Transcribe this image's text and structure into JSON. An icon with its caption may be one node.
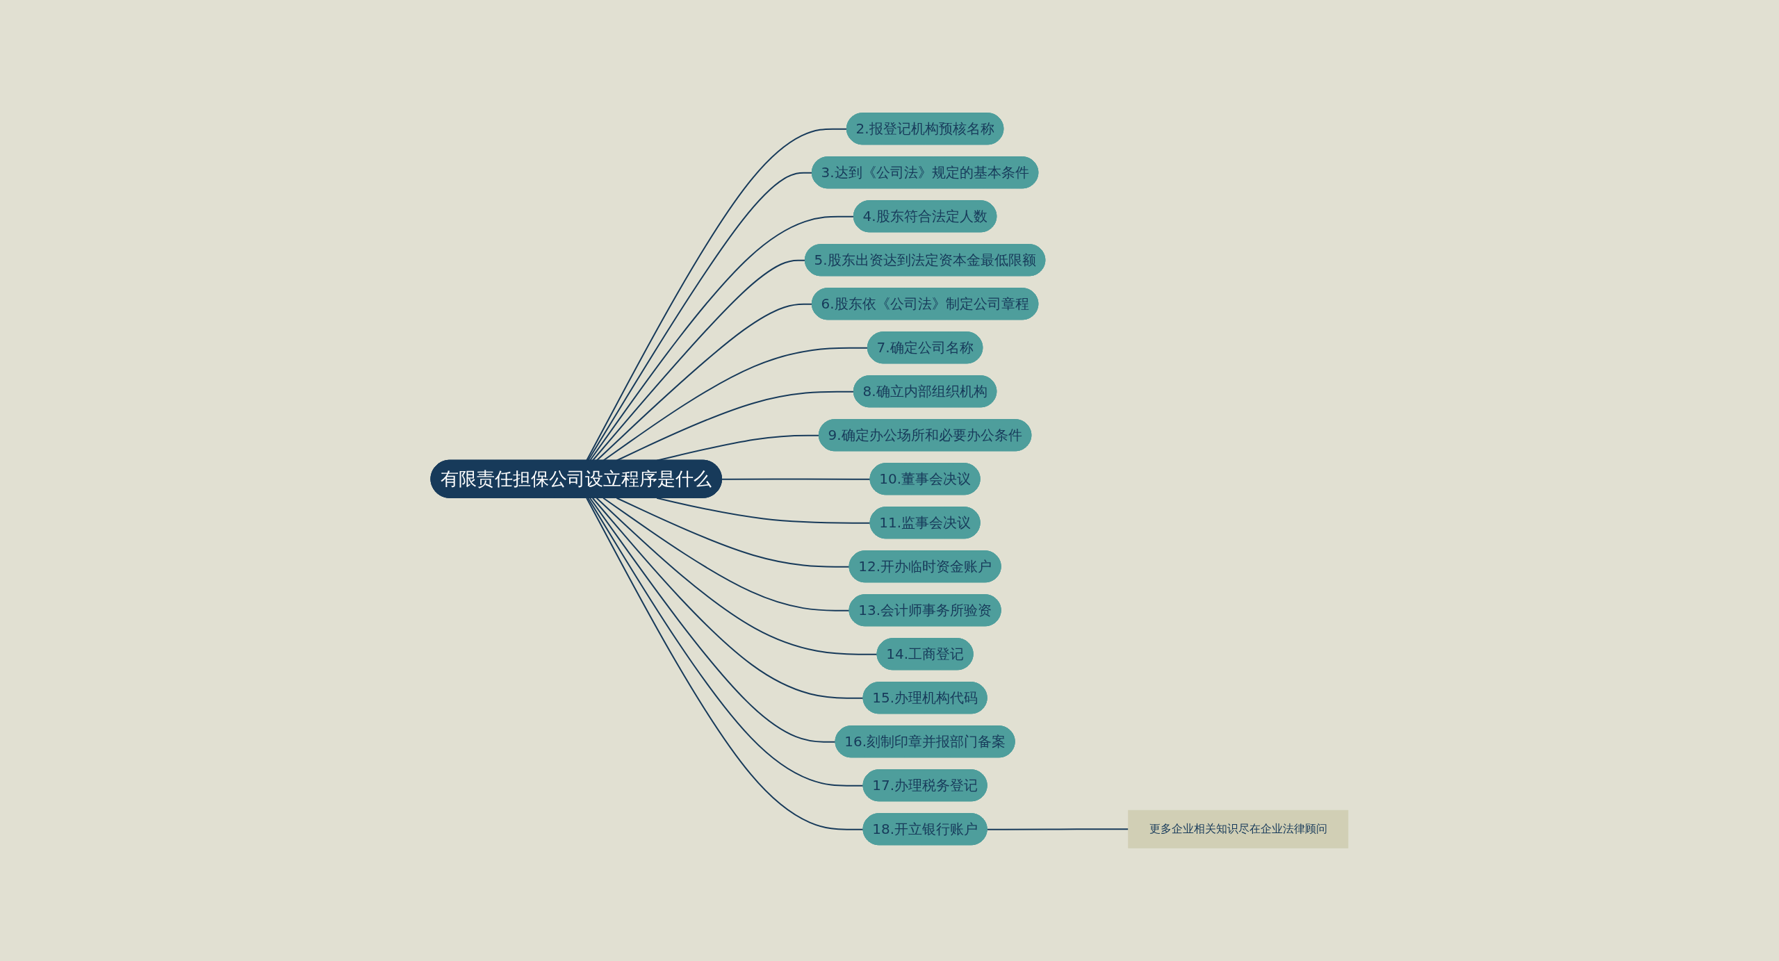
{
  "diagram": {
    "nodes": [
      {
        "text": [
          "有限责任担保公司设立程序是什么"
        ]
      },
      {
        "text": [
          "2.报登记机构预核名称"
        ]
      },
      {
        "text": [
          "3.达到《公司法》规定的基本条件"
        ]
      },
      {
        "text": [
          "4.股东符合法定人数"
        ]
      },
      {
        "text": [
          "5.股东出资达到法定资本金最低限额"
        ]
      },
      {
        "text": [
          "6.股东依《公司法》制定公司章程"
        ]
      },
      {
        "text": [
          "7.确定公司名称"
        ]
      },
      {
        "text": [
          "8.确立内部组织机构"
        ]
      },
      {
        "text": [
          "9.确定办公场所和必要办公条件"
        ]
      },
      {
        "text": [
          "10.董事会决议"
        ]
      },
      {
        "text": [
          "11.监事会决议"
        ]
      },
      {
        "text": [
          "12.开办临时资金账户"
        ]
      },
      {
        "text": [
          "13.会计师事务所验资"
        ]
      },
      {
        "text": [
          "14.工商登记"
        ]
      },
      {
        "text": [
          "15.办理机构代码"
        ]
      },
      {
        "text": [
          "16.刻制印章并报部门备案"
        ]
      },
      {
        "text": [
          "17.办理税务登记"
        ]
      },
      {
        "text": [
          "18.开立银行账户"
        ]
      },
      {
        "text": [
          "更多企业相关知识尽在企业法律顾问"
        ]
      }
    ],
    "edges": [
      {
        "from": 0,
        "to": 1,
        "arrow": "none"
      },
      {
        "from": 0,
        "to": 2,
        "arrow": "none"
      },
      {
        "from": 0,
        "to": 3,
        "arrow": "none"
      },
      {
        "from": 0,
        "to": 4,
        "arrow": "none"
      },
      {
        "from": 0,
        "to": 5,
        "arrow": "none"
      },
      {
        "from": 0,
        "to": 6,
        "arrow": "none"
      },
      {
        "from": 0,
        "to": 7,
        "arrow": "none"
      },
      {
        "from": 0,
        "to": 8,
        "arrow": "none"
      },
      {
        "from": 0,
        "to": 9,
        "arrow": "none"
      },
      {
        "from": 0,
        "to": 10,
        "arrow": "none"
      },
      {
        "from": 0,
        "to": 11,
        "arrow": "none"
      },
      {
        "from": 0,
        "to": 12,
        "arrow": "none"
      },
      {
        "from": 0,
        "to": 13,
        "arrow": "none"
      },
      {
        "from": 0,
        "to": 14,
        "arrow": "none"
      },
      {
        "from": 0,
        "to": 15,
        "arrow": "none"
      },
      {
        "from": 0,
        "to": 16,
        "arrow": "none"
      },
      {
        "from": 0,
        "to": 17,
        "arrow": "none"
      },
      {
        "from": 17,
        "to": 18,
        "arrow": "none"
      }
    ]
  }
}
